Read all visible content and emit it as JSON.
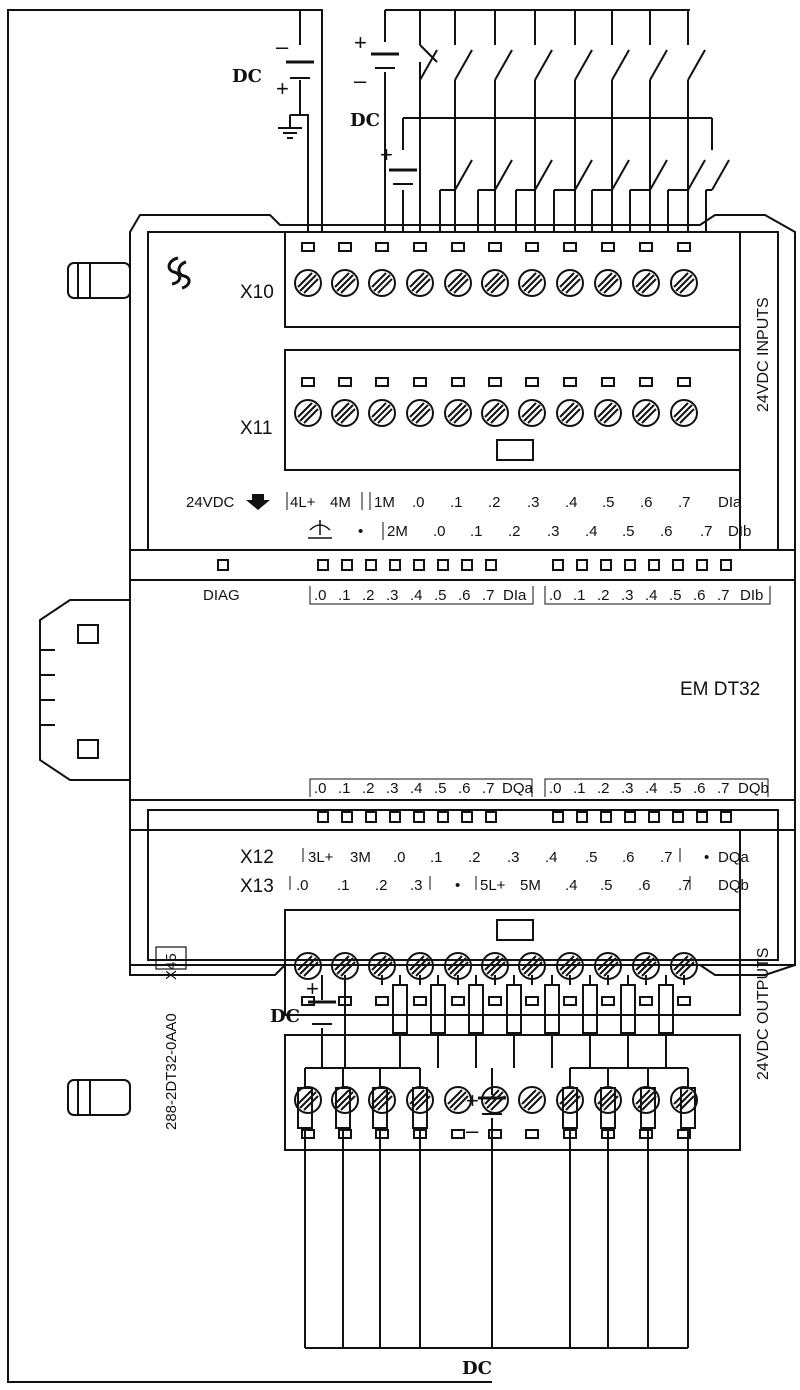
{
  "module": {
    "name": "EM DT32",
    "part_number": "288-2DT32-0AA0",
    "version": "X45",
    "inputs_title": "24VDC INPUTS",
    "outputs_title": "24VDC OUTPUTS",
    "diag_label": "DIAG",
    "supply_label": "24VDC"
  },
  "connectors": {
    "x10": "X10",
    "x11": "X11",
    "x12": "X12",
    "x13": "X13"
  },
  "input_terminals": {
    "row_a": {
      "power": [
        "4L+",
        "4M"
      ],
      "common": "1M",
      "channels": [
        ".0",
        ".1",
        ".2",
        ".3",
        ".4",
        ".5",
        ".6",
        ".7"
      ],
      "group": "DIa"
    },
    "row_b": {
      "dot": "•",
      "common": "2M",
      "channels": [
        ".0",
        ".1",
        ".2",
        ".3",
        ".4",
        ".5",
        ".6",
        ".7"
      ],
      "group": "DIb"
    }
  },
  "output_terminals": {
    "row_a": {
      "power": [
        "3L+",
        "3M"
      ],
      "channels": [
        ".0",
        ".1",
        ".2",
        ".3",
        ".4",
        ".5",
        ".6",
        ".7"
      ],
      "dot": "•",
      "group": "DQa"
    },
    "row_b": {
      "channels_low": [
        ".0",
        ".1",
        ".2",
        ".3"
      ],
      "dot": "•",
      "power": [
        "5L+",
        "5M"
      ],
      "channels_high": [
        ".4",
        ".5",
        ".6",
        ".7"
      ],
      "group": "DQb"
    }
  },
  "leds": {
    "dia": {
      "channels": [
        ".0",
        ".1",
        ".2",
        ".3",
        ".4",
        ".5",
        ".6",
        ".7"
      ],
      "group": "DIa"
    },
    "dib": {
      "channels": [
        ".0",
        ".1",
        ".2",
        ".3",
        ".4",
        ".5",
        ".6",
        ".7"
      ],
      "group": "DIb"
    },
    "dqa": {
      "channels": [
        ".0",
        ".1",
        ".2",
        ".3",
        ".4",
        ".5",
        ".6",
        ".7"
      ],
      "group": "DQa"
    },
    "dqb": {
      "channels": [
        ".0",
        ".1",
        ".2",
        ".3",
        ".4",
        ".5",
        ".6",
        ".7"
      ],
      "group": "DQb"
    }
  },
  "power_sources": {
    "label": "DC",
    "plus": "+",
    "minus": "–"
  },
  "icons": [
    "siemens-logo-icon",
    "ground-icon",
    "arrow-down-icon",
    "screw-terminal-icon",
    "switch-icon",
    "resistor-icon",
    "battery-icon"
  ]
}
